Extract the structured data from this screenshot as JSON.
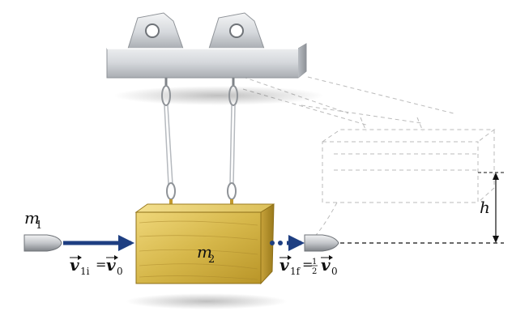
{
  "labels": {
    "m1": "m",
    "m1_sub": "1",
    "m2": "m",
    "m2_sub": "2",
    "h": "h",
    "v1i": {
      "v1": "v",
      "sub1": "1i",
      "eq": "=",
      "v2": "v",
      "sub2": "0"
    },
    "v1f": {
      "v1": "v",
      "sub1": "1f",
      "eq": "=",
      "frac_num": "1",
      "frac_den": "2",
      "v2": "v",
      "sub2": "0"
    }
  },
  "colors": {
    "arrow": "#1e3f82",
    "block_light": "#e2c861",
    "block_dark": "#b8912a",
    "support_metal": "#cfd2d6",
    "dashed": "#bbbbbb"
  }
}
